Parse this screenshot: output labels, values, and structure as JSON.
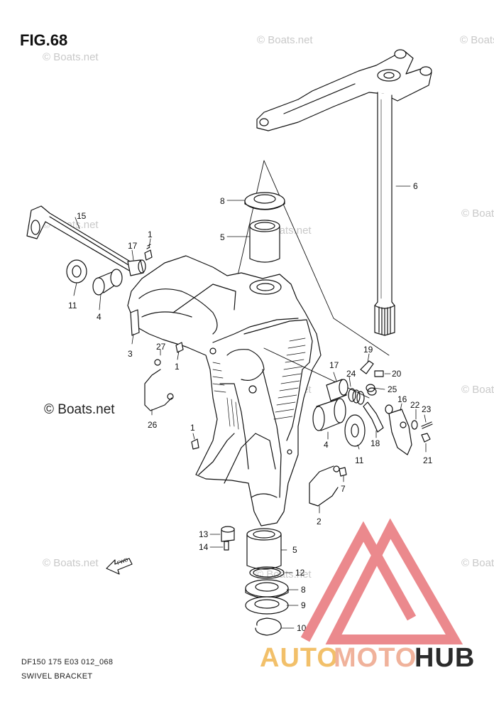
{
  "figure": {
    "title": "FIG.68",
    "code": "DF150 175 E03 012_068",
    "caption": "SWIVEL BRACKET"
  },
  "watermark": {
    "text": "© Boats.net"
  },
  "logo": {
    "part1": "AUTO",
    "part2": "MOTO",
    "part3": "HUB",
    "colors": {
      "triangle": "#e8757a",
      "auto": "#f2c06a",
      "moto": "#f0b29b",
      "hub": "#2b2b2b"
    }
  },
  "arrow": {
    "label": "FWD"
  },
  "callouts": [
    {
      "id": "c-6",
      "label": "6"
    },
    {
      "id": "c-8a",
      "label": "8"
    },
    {
      "id": "c-5a",
      "label": "5"
    },
    {
      "id": "c-15",
      "label": "15"
    },
    {
      "id": "c-17a",
      "label": "17"
    },
    {
      "id": "c-1a",
      "label": "1"
    },
    {
      "id": "c-11a",
      "label": "11"
    },
    {
      "id": "c-4a",
      "label": "4"
    },
    {
      "id": "c-3",
      "label": "3"
    },
    {
      "id": "c-27",
      "label": "27"
    },
    {
      "id": "c-1b",
      "label": "1"
    },
    {
      "id": "c-26",
      "label": "26"
    },
    {
      "id": "c-19",
      "label": "19"
    },
    {
      "id": "c-20",
      "label": "20"
    },
    {
      "id": "c-17b",
      "label": "17"
    },
    {
      "id": "c-24",
      "label": "24"
    },
    {
      "id": "c-25",
      "label": "25"
    },
    {
      "id": "c-16",
      "label": "16"
    },
    {
      "id": "c-22",
      "label": "22"
    },
    {
      "id": "c-23",
      "label": "23"
    },
    {
      "id": "c-18",
      "label": "18"
    },
    {
      "id": "c-21",
      "label": "21"
    },
    {
      "id": "c-4b",
      "label": "4"
    },
    {
      "id": "c-11b",
      "label": "11"
    },
    {
      "id": "c-1c",
      "label": "1"
    },
    {
      "id": "c-7",
      "label": "7"
    },
    {
      "id": "c-2",
      "label": "2"
    },
    {
      "id": "c-13",
      "label": "13"
    },
    {
      "id": "c-14",
      "label": "14"
    },
    {
      "id": "c-5b",
      "label": "5"
    },
    {
      "id": "c-12",
      "label": "12"
    },
    {
      "id": "c-8b",
      "label": "8"
    },
    {
      "id": "c-9",
      "label": "9"
    },
    {
      "id": "c-10",
      "label": "10"
    }
  ]
}
